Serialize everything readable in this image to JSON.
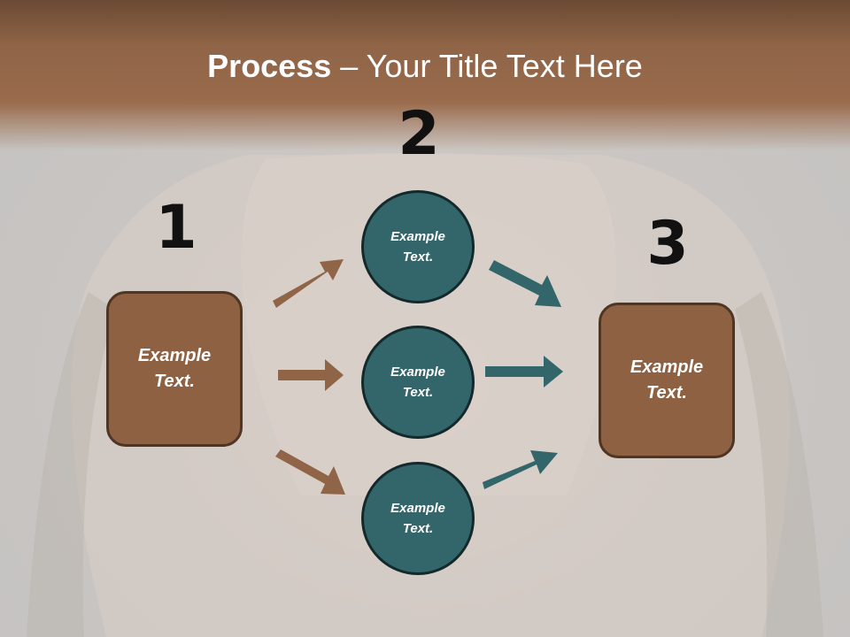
{
  "slide": {
    "title_bold": "Process",
    "title_rest": " – Your Title Text Here"
  },
  "steps": [
    {
      "number": "1",
      "label": "Example\nText."
    },
    {
      "number": "2",
      "items": [
        {
          "label": "Example\nText."
        },
        {
          "label": "Example\nText."
        },
        {
          "label": "Example\nText."
        }
      ]
    },
    {
      "number": "3",
      "label": "Example\nText."
    }
  ],
  "colors": {
    "title_band": "#9a6b4c",
    "box_fill": "#8d6142",
    "box_border": "#4f3524",
    "circle_fill": "#33666a",
    "circle_border": "#13292b",
    "arrow_left": "#8f6447",
    "arrow_right": "#33666a"
  }
}
